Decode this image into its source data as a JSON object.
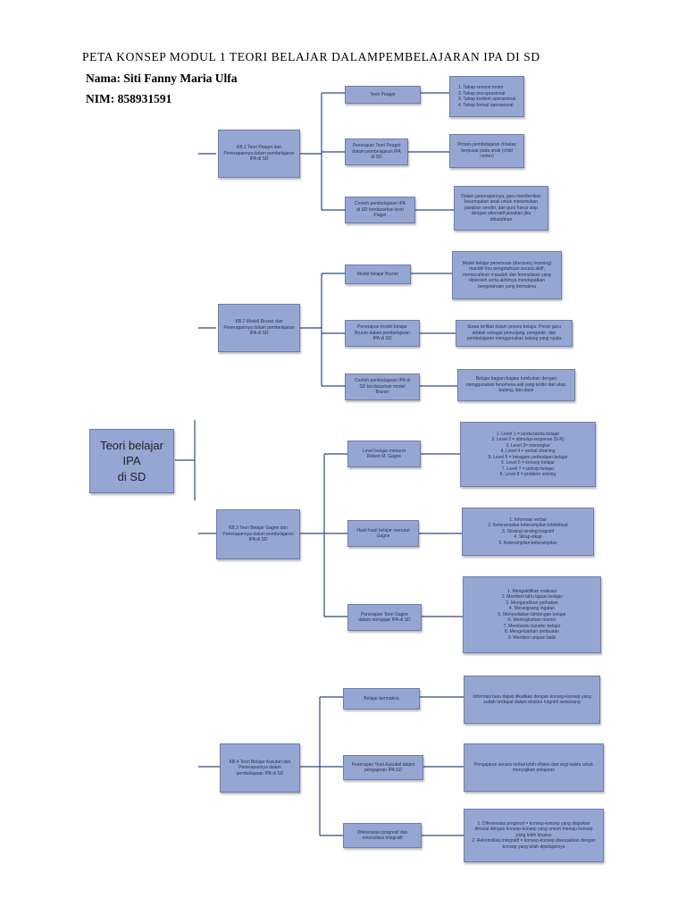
{
  "header": {
    "title": "PETA KONSEP MODUL 1 TEORI BELAJAR DALAMPEMBELAJARAN IPA DI SD",
    "nama": "Nama: Siti Fanny Maria Ulfa",
    "nim": "NIM: 858931591"
  },
  "root": "Teori belajar IPA\ndi SD",
  "kb1": {
    "label": "KB.1 Teori Peaget dan\nPenerapannya dalam pembelajaran\nIPA di SD",
    "b1": "Teori Peaget",
    "b2": "Penerapan Teori Peaget\ndalam pembelajaran IPA\ndi SD",
    "b3": "Contoh pembelajaran IPA\ndi SD berdasarkan teori\nPiaget",
    "d1": "1. Tahap sensori motor\n2. Tahap pra-oprasional\n3. Tahap konkret operasional\n4. Tahap formal operasional",
    "d2": "Proses pembelajaran di kelas\nberpusat pada anak (child\ncenter)",
    "d3": "Dalam penerapannya, guru memberikan\nkesempatan anak untuk menemukan\njawaban sendiri, dan guru harus siap\ndengan alternatif jawaban jika\ndibutuhkan"
  },
  "kb2": {
    "label": "KB.2 Modeli Bruner dan\nPenerapannya dalam pembelajaran\nIPA di SD",
    "b1": "Model belajar Bruner",
    "b2": "Penerapan model belajar\nBruner dalam pembelajaran\nIPA di SD",
    "b3": "Contoh pembelajaran IPA di\nSD berdasarkan model\nBruner",
    "d1": "Model belajar penemuan (discovery learning)\nmandiri lmu pengetahuan secara aktif,\nmemecahkan masalah dan fenmalisasi yang\ndiperoleh serta akhirnya mendapatkan\npengetahuan yang bermakna",
    "d2": "Siswa terlibat dalam proses belajar. Peran guru\nadalah sebagai penunjang, pengarah, dan\npembelajaran menggunakan kalang yang nyata",
    "d3": "Belajar bagian-bagian tumbuhan dengan\nmenggunakan fenomena asli yang terdiri dari akar,\nbatang, dan daun"
  },
  "kb3": {
    "label": "KB.3 Teori Belajar Gagne dan\nPenerapannya dalam pembelajaran\nIPA di SD",
    "b1": "Level belajar menurut\nRobert M. Gagne",
    "b2": "Hasil-hasil belajar menurut\nGagne",
    "b3": "Penerapan Teori Gagne\ndalam mengajar IPA di SD",
    "d1": "1. Level 1 = tanda-tanda belajar\n2. Level 2 = stimulus-response (S-R)\n3. Level 3= merangkai\n4. Level 4 = verbal chaining\n5. Level 5 = beragam perbedaan belajar\n6. Level 6 = konsep belajar\n7. Level 7 = prinsip belajar\n8. Level 8 = problem solving",
    "d2": "1. Informasi verbal\n2. Keterampilan-keterampilan intelektual\n3. Strategi-strategi kognitif\n4. Sikap-sikap\n5. Keterampilan-keterampilan",
    "d3": "1. Mengaktifkan motivasi\n2. Memberi tahu tujuan belajar\n3. Mengarahkan perhatian\n4. Merangsang ingatan\n5. Menyediakan bimbingan belajar\n6. Meningkatkan retensi\n7. Membantu transfer belajar\n8. Mengeluarkan perbuatan\n9. Memberi umpan balik"
  },
  "kb4": {
    "label": "KB.4 Teori Belajar Ausubel dan\nPenerapannya dalam\npembelajaran IPA di SD",
    "b1": "Belajar bermakna",
    "b2": "Penerapan Teori Ausubel dalam\npengajaran IPA SD",
    "b3": "Diferensiasi progresif dan\nrekonsiliasi integratif",
    "d1": "Informasi baru dapat dikaitkan dengan konsep-konsep yang\nsudah terdapat dalam struktur kognitif seseorang",
    "d2": "Pengajaran secara verbal lebih efisien dari segi waktu untuk\nmenyajikan pelajaran",
    "d3": "1. Diferensiasi progresif = konsep-konsep yang diajarkan\ndimulai dengan konsep-konsep yang umum menuju konsep\nyang lebih khusus\n2. Rekonsiliasi integratif = konsep-konsep disesuaikan dengan\nkonsep yang telah dipelajarinya"
  }
}
